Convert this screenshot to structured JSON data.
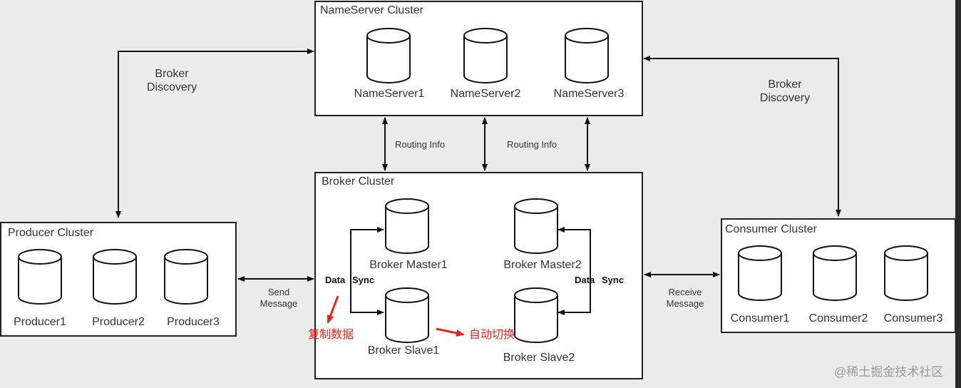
{
  "clusters": {
    "nameserver": {
      "title": "NameServer Cluster",
      "nodes": [
        "NameServer1",
        "NameServer2",
        "NameServer3"
      ]
    },
    "broker": {
      "title": "Broker Cluster",
      "nodes": [
        "Broker Master1",
        "Broker Master2",
        "Broker Slave1",
        "Broker Slave2"
      ]
    },
    "producer": {
      "title": "Producer Cluster",
      "nodes": [
        "Producer1",
        "Producer2",
        "Producer3"
      ]
    },
    "consumer": {
      "title": "Consumer Cluster",
      "nodes": [
        "Consumer1",
        "Consumer2",
        "Consumer3"
      ]
    }
  },
  "edge_labels": {
    "broker_discovery_left": [
      "Broker",
      "Discovery"
    ],
    "broker_discovery_right": [
      "Broker",
      "Discovery"
    ],
    "routing_info_1": "Routing Info",
    "routing_info_2": "Routing Info",
    "send_message": [
      "Send",
      "Message"
    ],
    "receive_message": [
      "Receive",
      "Message"
    ],
    "data_sync_left": [
      "Data",
      "Sync"
    ],
    "data_sync_right": [
      "Data",
      "Sync"
    ]
  },
  "annotations": {
    "copy_data": "复制数据",
    "auto_switch": "自动切换"
  },
  "watermark": "@稀土掘金技术社区",
  "colors": {
    "annotation": "#e8251c",
    "line": "#111111",
    "box_fill": "#ffffff"
  }
}
